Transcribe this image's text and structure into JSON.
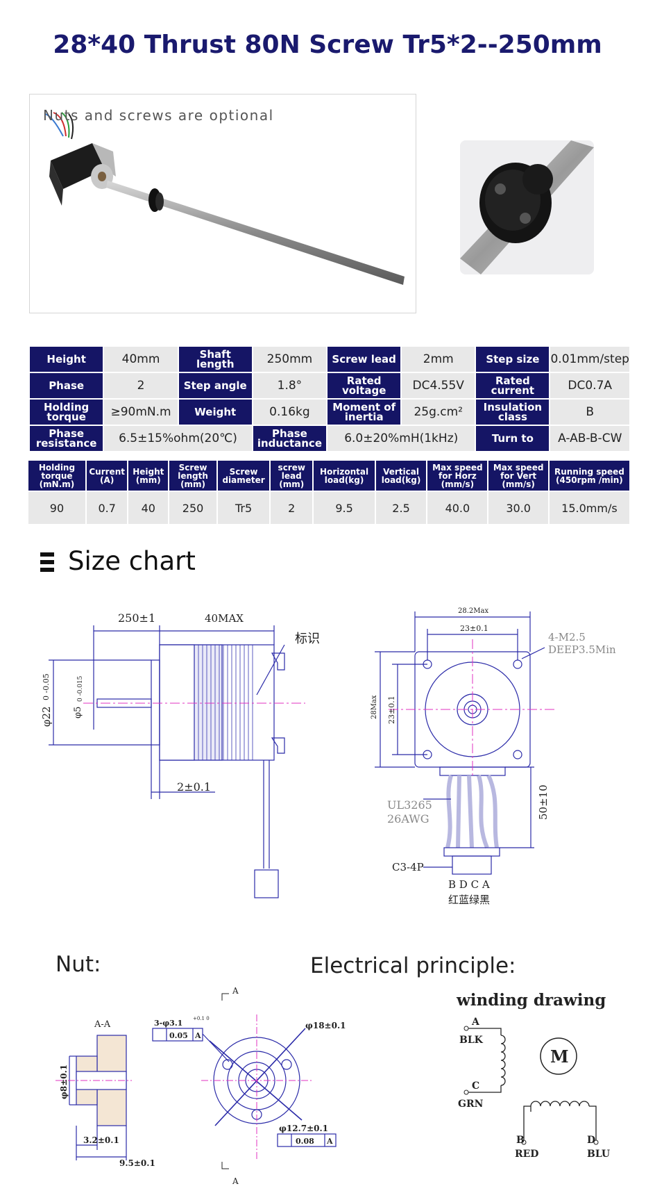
{
  "title": "28*40 Thrust 80N Screw Tr5*2--250mm",
  "photo_caption": "Nuts and screws are optional",
  "specs_rows": [
    [
      {
        "h": "Height",
        "v": "40mm"
      },
      {
        "h": "Shaft length",
        "v": "250mm"
      },
      {
        "h": "Screw lead",
        "v": "2mm"
      },
      {
        "h": "Step size",
        "v": "0.01mm/step"
      }
    ],
    [
      {
        "h": "Phase",
        "v": "2"
      },
      {
        "h": "Step angle",
        "v": "1.8°"
      },
      {
        "h": "Rated voltage",
        "v": "DC4.55V"
      },
      {
        "h": "Rated current",
        "v": "DC0.7A"
      }
    ],
    [
      {
        "h": "Holding torque",
        "v": "≥90mN.m"
      },
      {
        "h": "Weight",
        "v": "0.16kg"
      },
      {
        "h": "Moment of inertia",
        "v": "25g.cm²"
      },
      {
        "h": "Insulation class",
        "v": "B"
      }
    ],
    [
      {
        "h": "Phase resistance",
        "v": "6.5±15%ohm(20℃)"
      },
      {
        "h": "Phase inductance",
        "v": "6.0±20%mH(1kHz)"
      },
      {
        "h": "Turn to",
        "v": "A-AB-B-CW"
      }
    ]
  ],
  "perf_headers": [
    "Holding torque (mN.m)",
    "Current (A)",
    "Height (mm)",
    "Screw length (mm)",
    "Screw diameter",
    "screw lead (mm)",
    "Horizontal load(kg)",
    "Vertical load(kg)",
    "Max speed for Horz (mm/s)",
    "Max speed for Vert (mm/s)",
    "Running speed (450rpm /min)"
  ],
  "perf_values": [
    "90",
    "0.7",
    "40",
    "250",
    "Tr5",
    "2",
    "9.5",
    "2.5",
    "40.0",
    "30.0",
    "15.0mm/s"
  ],
  "size_chart_title": "Size chart",
  "nut_label": "Nut:",
  "electrical_label": "Electrical principle:",
  "drawing": {
    "side": {
      "dim_shaft": "250±1",
      "dim_body": "40MAX",
      "mark": "标识",
      "dia22": "φ22",
      "dia22_tol": "0  -0.05",
      "dia5": "φ5",
      "dia5_tol": "0  -0.015",
      "dim_flange": "2±0.1"
    },
    "front": {
      "w_total": "28.2Max",
      "w_holes": "23±0.1",
      "holes": "4-M2.5",
      "depth": "DEEP3.5Min",
      "h_total": "28Max",
      "h_holes": "23±0.1",
      "wire": "UL3265",
      "awg": "26AWG",
      "lead": "50±10",
      "conn": "C3-4P",
      "pins": "B D C A",
      "colors": "红蓝绿黑"
    },
    "nut": {
      "section": "A-A",
      "d8": "φ8±0.1",
      "w32": "3.2±0.1",
      "w95": "9.5±0.1",
      "holes": "3-φ3.1",
      "holes_tol": "+0.1 0",
      "pos_tol": "0.05",
      "datum": "A",
      "d18": "φ18±0.1",
      "d127": "φ12.7±0.1",
      "conc": "0.08",
      "sec_a": "A"
    },
    "winding": {
      "title": "winding drawing",
      "motor": "M",
      "a": "A",
      "blk": "BLK",
      "c": "C",
      "grn": "GRN",
      "b": "B",
      "red": "RED",
      "d": "D",
      "blu": "BLU"
    }
  },
  "colors": {
    "header_navy": "#151565",
    "title_navy": "#1a1a6e",
    "cell_gray": "#e8e8e8",
    "drawing_blue": "#2a2aa8",
    "centerline_magenta": "#e030c0"
  }
}
